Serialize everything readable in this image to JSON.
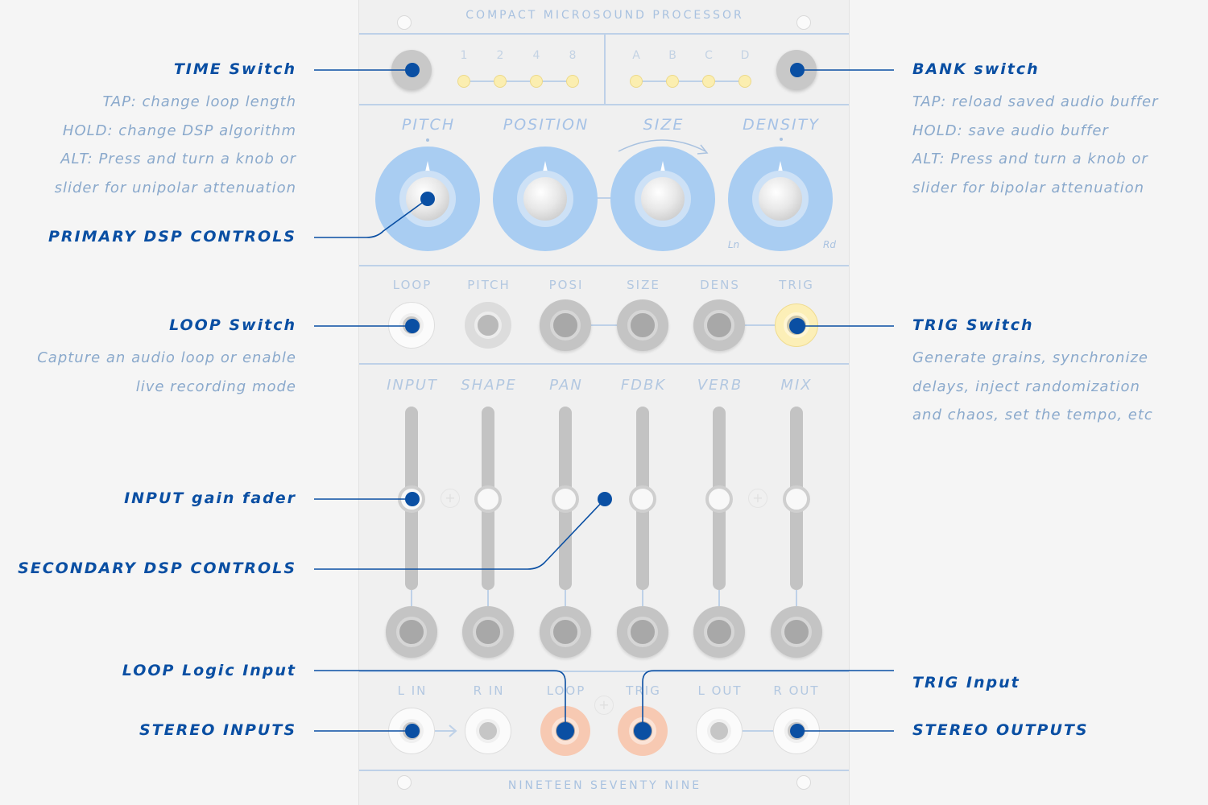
{
  "panel": {
    "title": "COMPACT MICROSOUND PROCESSOR",
    "footer": "NINETEEN SEVENTY NINE",
    "time_values": [
      "1",
      "2",
      "4",
      "8"
    ],
    "bank_values": [
      "A",
      "B",
      "C",
      "D"
    ],
    "knobs": [
      "PITCH",
      "POSITION",
      "SIZE",
      "DENSITY"
    ],
    "density_range": {
      "left": "Ln",
      "right": "Rd"
    },
    "cv_labels": [
      "LOOP",
      "PITCH",
      "POSI",
      "SIZE",
      "DENS",
      "TRIG"
    ],
    "faders": [
      "INPUT",
      "SHAPE",
      "PAN",
      "FDBK",
      "VERB",
      "MIX"
    ],
    "fader_levels": [
      0.5,
      0.5,
      0.5,
      0.5,
      0.5,
      0.5
    ],
    "io_labels": [
      "L IN",
      "R IN",
      "LOOP",
      "TRIG",
      "L OUT",
      "R OUT"
    ]
  },
  "callouts": {
    "time_switch": {
      "title": "TIME Switch",
      "lines": [
        "TAP: change loop length",
        "HOLD: change DSP algorithm",
        "ALT: Press and turn a knob or",
        "slider for unipolar attenuation"
      ]
    },
    "primary_dsp": {
      "title": "PRIMARY DSP CONTROLS"
    },
    "loop_switch": {
      "title": "LOOP Switch",
      "lines": [
        "Capture an audio loop or enable",
        "live recording mode"
      ]
    },
    "input_fader": {
      "title": "INPUT gain fader"
    },
    "secondary_dsp": {
      "title": "SECONDARY DSP CONTROLS"
    },
    "loop_logic_input": {
      "title": "LOOP Logic Input"
    },
    "stereo_inputs": {
      "title": "STEREO INPUTS"
    },
    "bank_switch": {
      "title": "BANK switch",
      "lines": [
        "TAP: reload saved audio buffer",
        "HOLD: save audio buffer",
        "ALT: Press and turn a knob or",
        "slider for bipolar attenuation"
      ]
    },
    "trig_switch": {
      "title": "TRIG Switch",
      "lines": [
        "Generate grains, synchronize",
        "delays, inject randomization",
        "and chaos, set the tempo, etc"
      ]
    },
    "trig_input": {
      "title": "TRIG Input"
    },
    "stereo_outputs": {
      "title": "STEREO OUTPUTS"
    }
  },
  "colors": {
    "callout": "#0a4fa3",
    "description": "#8aa9cc",
    "panel_text": "#b3c8e1",
    "knob": "#a9cdf2",
    "led": "#fbeeb0",
    "trig_jack": "#f7c9b2"
  }
}
